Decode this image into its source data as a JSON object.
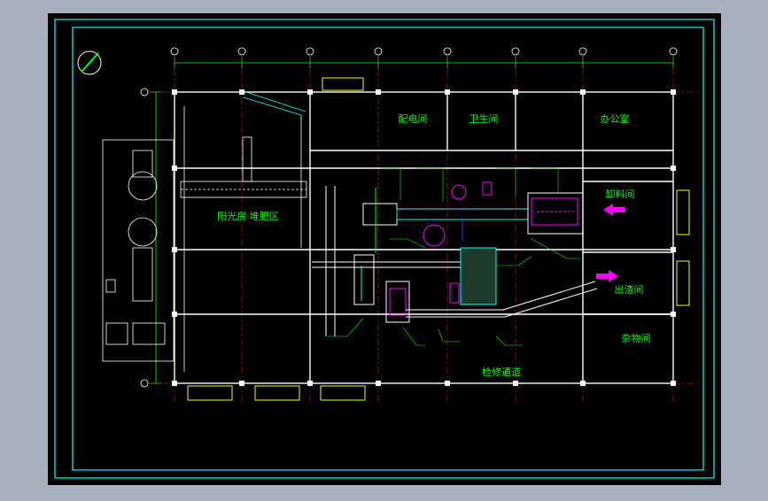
{
  "colors": {
    "page_background": "#a9b0bd",
    "canvas": "#000000",
    "frame": "#00ffff",
    "wall": "#ffffff",
    "grid_axis": "#ff2020",
    "dimension": "#00ff00",
    "room_label": "#00ff00",
    "equipment_magenta": "#ff00ff",
    "equipment_cyan": "#00ffff",
    "equipment_blue": "#2040ff",
    "doors_windows": "#ffff00",
    "arrow": "#ff00ff"
  },
  "rooms": {
    "distribution": "配电间",
    "toilet": "卫生间",
    "office": "办公室",
    "feed": "卸料间",
    "output": "出渣间",
    "storage": "杂物间",
    "corridor": "检修通道",
    "drying_yard": "阳光房 堆肥区"
  },
  "icons": {
    "north_symbol": "north-arrow-icon",
    "feed_arrow": "arrow-left-icon",
    "output_arrow": "arrow-right-icon"
  }
}
